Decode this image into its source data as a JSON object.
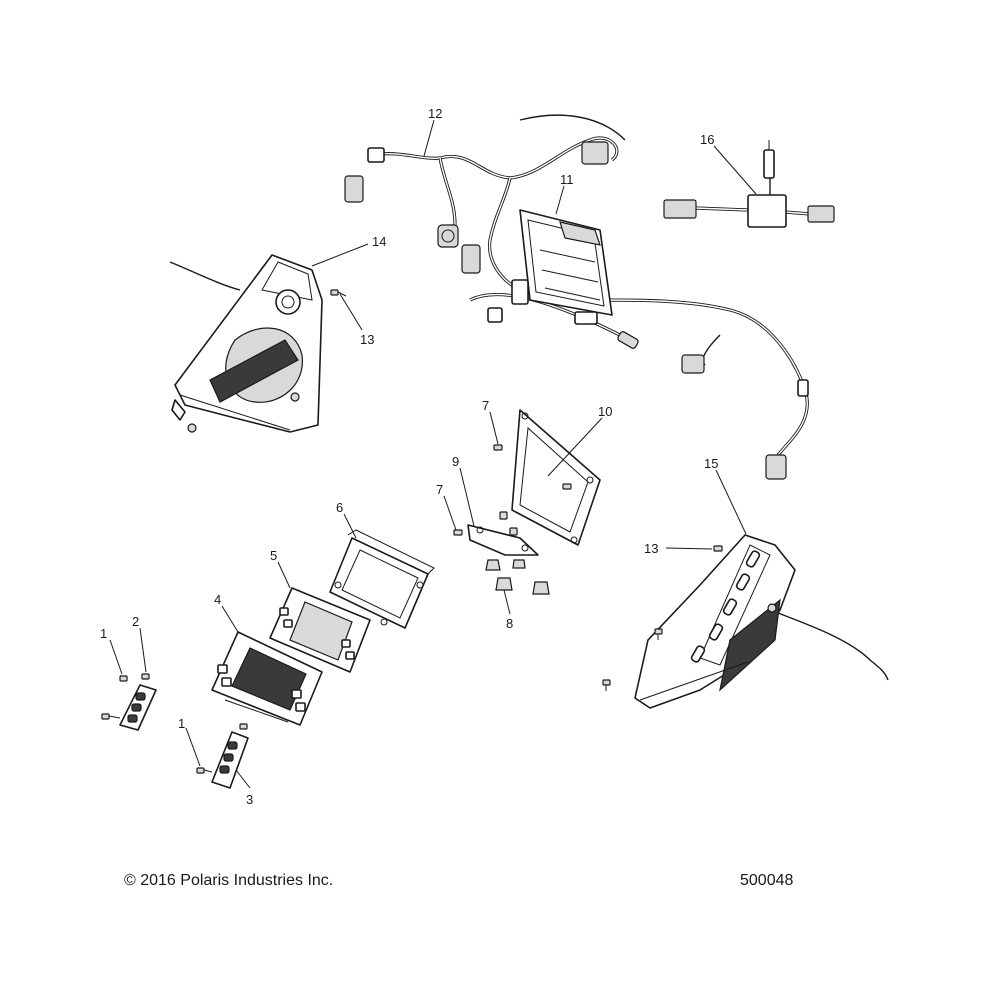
{
  "callouts": [
    {
      "id": "c1a",
      "text": "1"
    },
    {
      "id": "c2",
      "text": "2"
    },
    {
      "id": "c1b",
      "text": "1"
    },
    {
      "id": "c3",
      "text": "3"
    },
    {
      "id": "c4",
      "text": "4"
    },
    {
      "id": "c5",
      "text": "5"
    },
    {
      "id": "c6",
      "text": "6"
    },
    {
      "id": "c7a",
      "text": "7"
    },
    {
      "id": "c7b",
      "text": "7"
    },
    {
      "id": "c8",
      "text": "8"
    },
    {
      "id": "c9",
      "text": "9"
    },
    {
      "id": "c10",
      "text": "10"
    },
    {
      "id": "c11",
      "text": "11"
    },
    {
      "id": "c12",
      "text": "12"
    },
    {
      "id": "c13a",
      "text": "13"
    },
    {
      "id": "c13b",
      "text": "13"
    },
    {
      "id": "c14",
      "text": "14"
    },
    {
      "id": "c15",
      "text": "15"
    },
    {
      "id": "c16",
      "text": "16"
    }
  ],
  "footer": {
    "copyright": "© 2016 Polaris Industries Inc.",
    "drawing_number": "500048"
  }
}
